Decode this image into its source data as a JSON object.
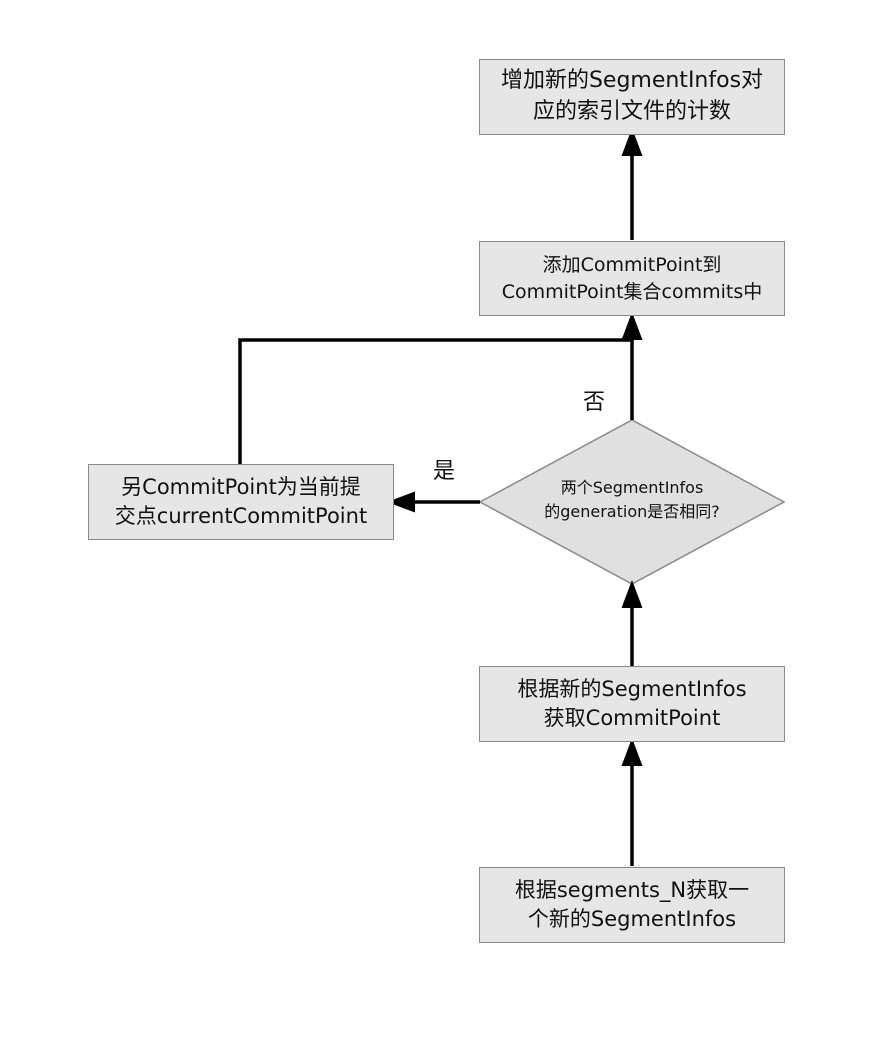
{
  "nodes": {
    "update_count": {
      "line1": "增加新的SegmentInfos对",
      "line2": "应的索引文件的计数"
    },
    "add_commit_point": {
      "line1": "添加CommitPoint到",
      "line2": "CommitPoint集合commits中"
    },
    "set_current": {
      "line1": "另CommitPoint为当前提",
      "line2": "交点currentCommitPoint"
    },
    "decision": {
      "line1": "两个SegmentInfos",
      "line2": "的generation是否相同?"
    },
    "get_commit_point": {
      "line1": "根据新的SegmentInfos",
      "line2": "获取CommitPoint"
    },
    "get_segment_infos": {
      "line1": "根据segments_N获取一",
      "line2": "个新的SegmentInfos"
    }
  },
  "edge_labels": {
    "yes": "是",
    "no": "否"
  },
  "colors": {
    "node_fill": "#e6e6e6",
    "node_border": "#8a8a8a",
    "decision_fill": "#e0e0e0",
    "arrow": "#000000"
  }
}
